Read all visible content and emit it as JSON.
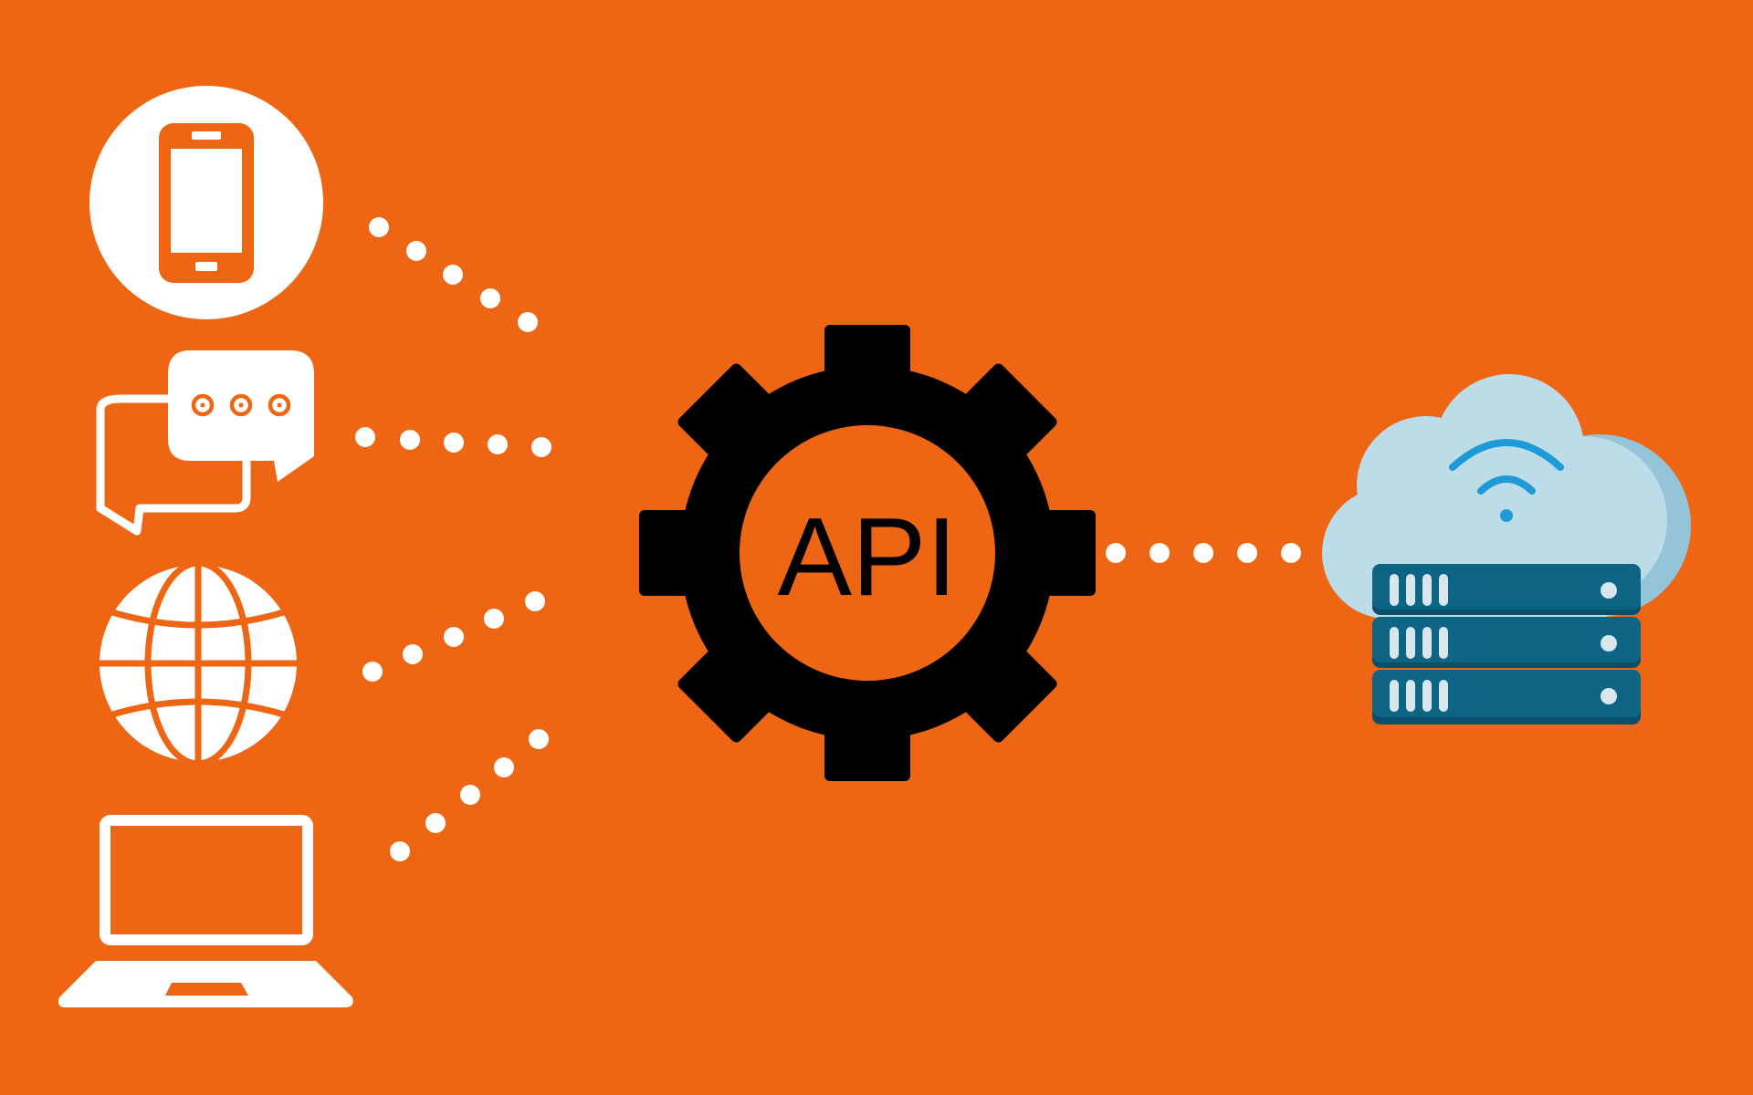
{
  "diagram": {
    "center": {
      "label": "API",
      "icon": "gear-icon"
    },
    "clients": [
      {
        "name": "mobile-phone",
        "icon": "smartphone-icon"
      },
      {
        "name": "messaging",
        "icon": "chat-bubbles-icon"
      },
      {
        "name": "web",
        "icon": "globe-icon"
      },
      {
        "name": "computer",
        "icon": "laptop-icon"
      }
    ],
    "backend": {
      "name": "cloud-server",
      "icon": "cloud-server-icon"
    }
  },
  "colors": {
    "background": "#EE6513",
    "gear": "#000000",
    "gear_inner": "#EE6513",
    "white": "#FFFFFF",
    "cloud": "#BCDCE8",
    "cloud_shade": "#93C4D7",
    "server": "#0E6484",
    "server_dark": "#0A4F69",
    "server_led": "#D8E7EE",
    "wifi": "#1E9BD7"
  }
}
